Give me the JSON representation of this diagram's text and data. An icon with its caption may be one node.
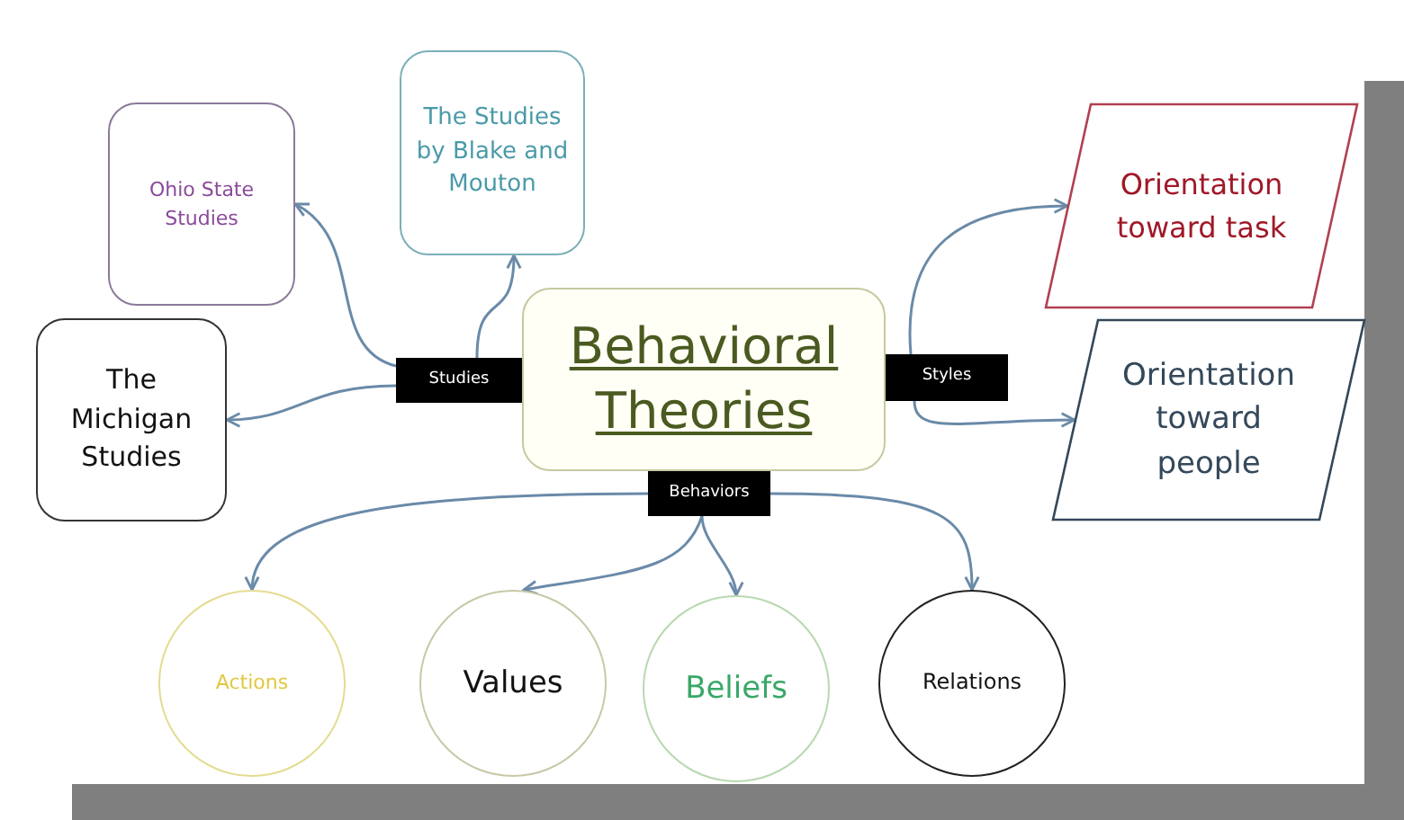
{
  "diagram": {
    "nodes": [
      {
        "text": [
          "Behavioral Theories"
        ]
      },
      {
        "text": [
          "Studies"
        ]
      },
      {
        "text": [
          "Styles"
        ]
      },
      {
        "text": [
          "Behaviors"
        ]
      },
      {
        "text": [
          "Ohio State Studies"
        ]
      },
      {
        "text": [
          "The Studies by Blake and Mouton"
        ]
      },
      {
        "text": [
          "The Michigan Studies"
        ]
      },
      {
        "text": [
          "Orientation toward task"
        ]
      },
      {
        "text": [
          "Orientation toward people"
        ]
      },
      {
        "text": [
          "Actions"
        ]
      },
      {
        "text": [
          "Values"
        ]
      },
      {
        "text": [
          "Beliefs"
        ]
      },
      {
        "text": [
          "Relations"
        ]
      }
    ],
    "edges": [
      {
        "from": 1,
        "to": 4,
        "arrow": "to"
      },
      {
        "from": 1,
        "to": 5,
        "arrow": "to"
      },
      {
        "from": 1,
        "to": 6,
        "arrow": "to"
      },
      {
        "from": 2,
        "to": 7,
        "arrow": "to"
      },
      {
        "from": 2,
        "to": 8,
        "arrow": "to"
      },
      {
        "from": 3,
        "to": 9,
        "arrow": "to"
      },
      {
        "from": 3,
        "to": 10,
        "arrow": "to"
      },
      {
        "from": 3,
        "to": 11,
        "arrow": "to"
      },
      {
        "from": 3,
        "to": 12,
        "arrow": "to"
      }
    ]
  }
}
